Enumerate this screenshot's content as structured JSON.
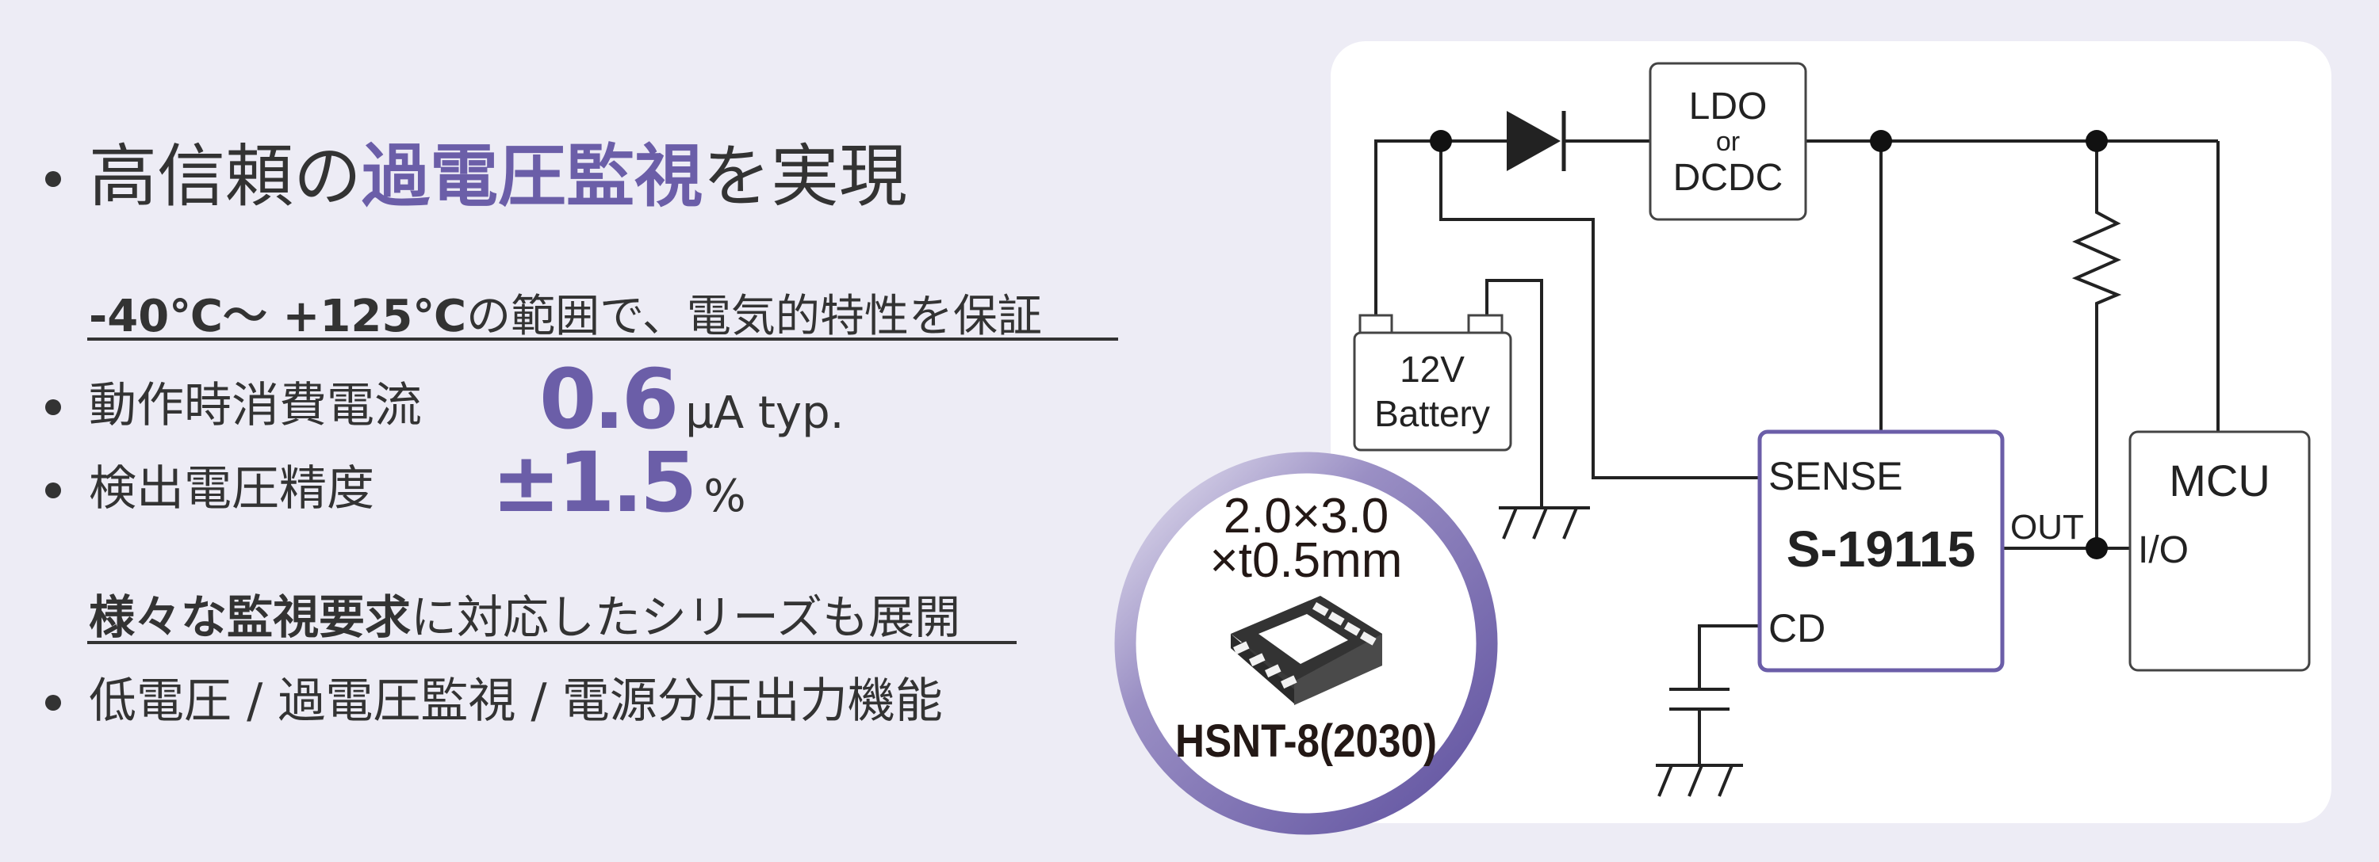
{
  "left": {
    "headline": {
      "prefix": "高信頼の",
      "highlight": "過電圧監視",
      "suffix": "を実現"
    },
    "temp_range": {
      "bold": "-40℃～ +125℃",
      "rest": "の範囲で、電気的特性を保証"
    },
    "spec1": {
      "label": "動作時消費電流",
      "value": "0.6",
      "unit": "µA typ."
    },
    "spec2": {
      "label": "検出電圧精度",
      "value": "±1.5",
      "unit": "%"
    },
    "series": {
      "bold": "様々な監視要求",
      "rest": "に対応したシリーズも展開"
    },
    "functions": "低電圧 / 過電圧監視 / 電源分圧出力機能"
  },
  "package": {
    "dims_line1": "2.0×3.0",
    "dims_line2": "×t0.5mm",
    "name": "HSNT-8(2030)"
  },
  "circuit": {
    "regulator": {
      "line1": "LDO",
      "line2": "or",
      "line3": "DCDC"
    },
    "battery": {
      "line1": "12V",
      "line2": "Battery"
    },
    "ic": {
      "name": "S-19115",
      "pin_sense": "SENSE",
      "pin_cd": "CD",
      "pin_out": "OUT"
    },
    "mcu": {
      "name": "MCU",
      "pin_io": "I/O"
    }
  },
  "colors": {
    "accent": "#6b5ea8",
    "background": "#edecf5",
    "text": "#333333"
  }
}
